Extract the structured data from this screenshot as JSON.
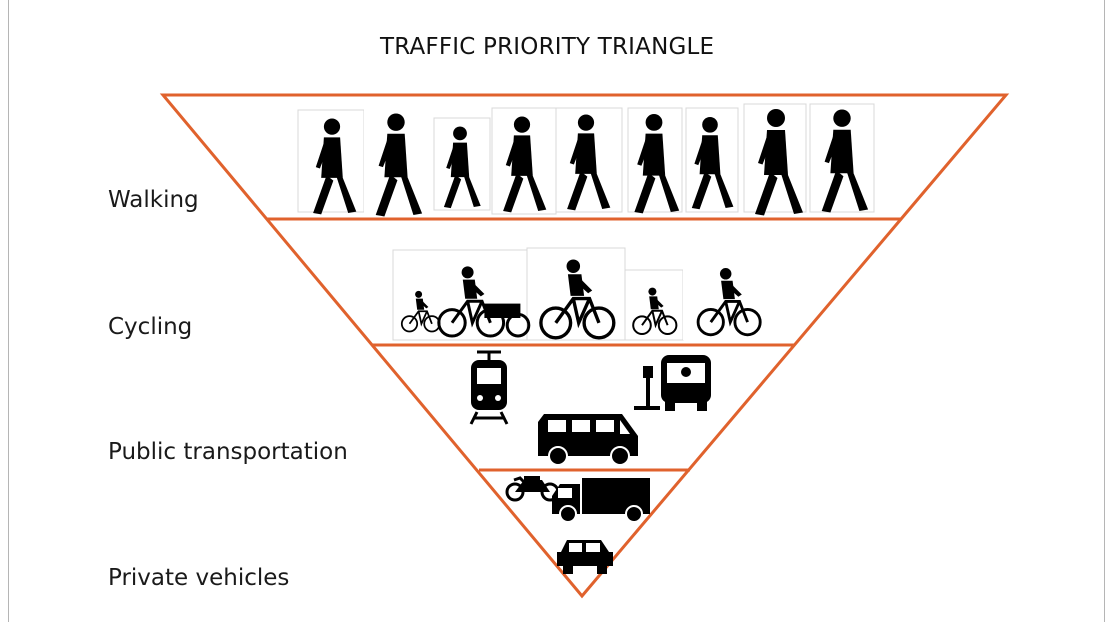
{
  "title": "TRAFFIC PRIORITY TRIANGLE",
  "levels": [
    {
      "label": "Walking",
      "icons": [
        "pedestrian-silhouettes"
      ]
    },
    {
      "label": "Cycling",
      "icons": [
        "cargo-bike-family",
        "woman-cyclist",
        "child-cyclist",
        "cyclist-with-basket"
      ]
    },
    {
      "label": "Public transportation",
      "icons": [
        "tram-icon",
        "bus-stop-icon",
        "bus-icon",
        "van-icon"
      ]
    },
    {
      "label": "Private vehicles",
      "icons": [
        "motorcycle-icon",
        "truck-icon",
        "car-icon"
      ]
    }
  ],
  "colors": {
    "triangle_stroke": "#e0622d",
    "silhouette": "#000000",
    "frame": "#b5b5b5"
  }
}
